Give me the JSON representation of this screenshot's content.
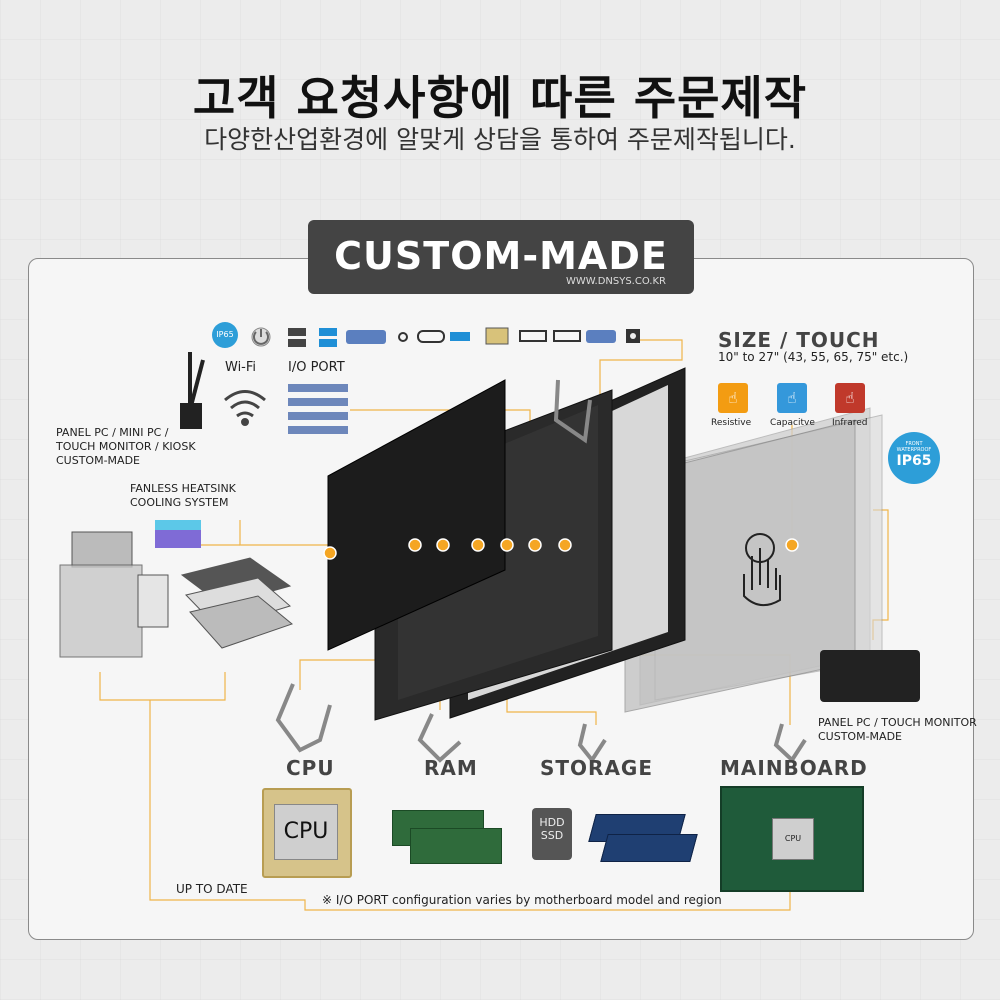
{
  "header": {
    "title": "고객 요청사항에 따른 주문제작",
    "subtitle": "다양한산업환경에 알맞게 상담을 통하여 주문제작됩니다."
  },
  "banner": {
    "title": "CUSTOM-MADE",
    "url": "WWW.DNSYS.CO.KR"
  },
  "top_left": {
    "ip_badge": "IP65",
    "wifi_label": "Wi-Fi",
    "io_label": "I/O PORT"
  },
  "left_labels": {
    "panel_pc": [
      "PANEL PC / MINI PC /",
      "TOUCH MONITOR / KIOSK",
      "CUSTOM-MADE"
    ],
    "heatsink": [
      "FANLESS HEATSINK",
      "COOLING SYSTEM"
    ]
  },
  "size_touch": {
    "title": "SIZE / TOUCH",
    "sizes": "10\" to 27\" (43, 55, 65, 75\" etc.)",
    "touch_types": [
      {
        "label": "Resistive",
        "color": "#f39c12"
      },
      {
        "label": "Capacitve",
        "color": "#3498db"
      },
      {
        "label": "Infrared",
        "color": "#c0392b"
      }
    ]
  },
  "waterproof": {
    "line1": "FRONT",
    "line2": "WATERPROOF",
    "rating": "IP65"
  },
  "right_label": [
    "PANEL PC / TOUCH MONITOR",
    "CUSTOM-MADE"
  ],
  "components": {
    "cpu": "CPU",
    "ram": "RAM",
    "storage": "STORAGE",
    "mainboard": "MAINBOARD",
    "cpu_chip_text": "CPU",
    "hdd_line1": "HDD",
    "hdd_line2": "SSD",
    "mb_cpu_text": "CPU"
  },
  "footer": {
    "up_to_date": "UP TO DATE",
    "note": "※ I/O PORT configuration varies by motherboard model and region"
  },
  "colors": {
    "accent": "#f5a623",
    "banner_bg": "#444444",
    "line": "#f0b54a"
  }
}
